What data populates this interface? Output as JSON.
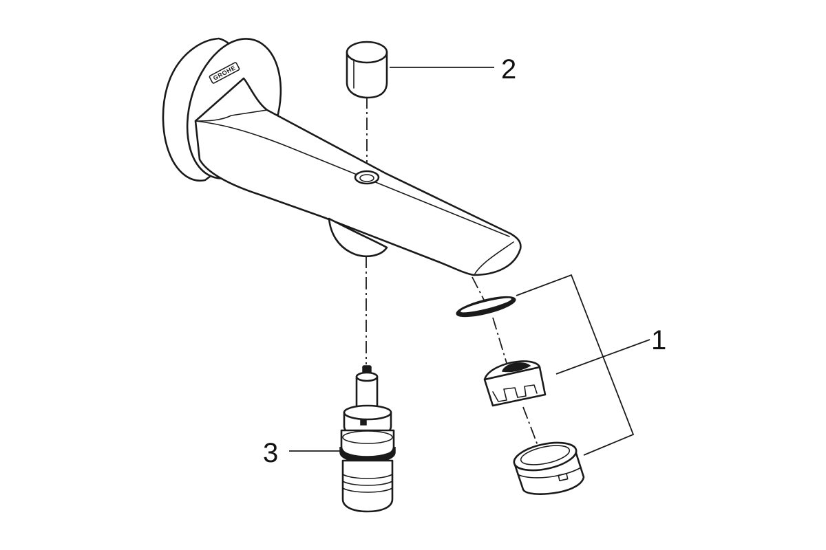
{
  "diagram": {
    "type": "exploded-parts-view",
    "callouts": [
      {
        "id": "1",
        "label": "1"
      },
      {
        "id": "2",
        "label": "2"
      },
      {
        "id": "3",
        "label": "3"
      }
    ],
    "brand_mark": "GROHE",
    "line_color": "#1a1a1a",
    "background": "#ffffff"
  }
}
